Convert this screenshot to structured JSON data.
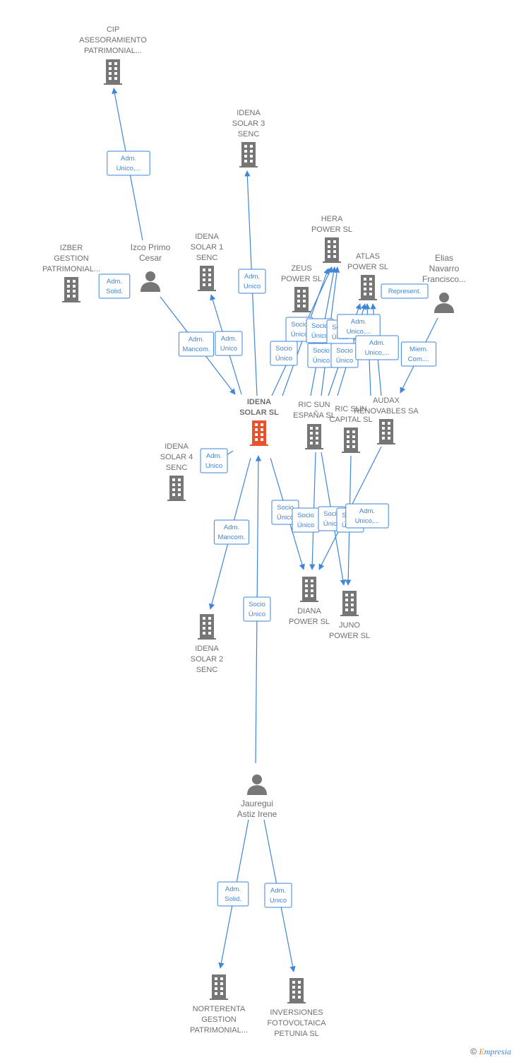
{
  "colors": {
    "edge": "#3f86d8",
    "node": "#767676",
    "node_focus": "#e8532b",
    "label": "#6f6f6f"
  },
  "nodes": [
    {
      "id": "cip",
      "type": "company",
      "label": [
        "CIP",
        "ASESORAMIENTO",
        "PATRIMONIAL..."
      ]
    },
    {
      "id": "idena3",
      "type": "company",
      "label": [
        "IDENA",
        "SOLAR 3",
        "SENC"
      ]
    },
    {
      "id": "hera",
      "type": "company",
      "label": [
        "HERA",
        "POWER  SL"
      ]
    },
    {
      "id": "atlas",
      "type": "company",
      "label": [
        "ATLAS",
        "POWER  SL"
      ]
    },
    {
      "id": "elias",
      "type": "person",
      "label": [
        "Elias",
        "Navarro",
        "Francisco..."
      ]
    },
    {
      "id": "izber",
      "type": "company",
      "label": [
        "IZBER",
        "GESTION",
        "PATRIMONIAL..."
      ]
    },
    {
      "id": "izco",
      "type": "person",
      "label": [
        "Izco Primo",
        "Cesar"
      ]
    },
    {
      "id": "idena1",
      "type": "company",
      "label": [
        "IDENA",
        "SOLAR 1",
        "SENC"
      ]
    },
    {
      "id": "zeus",
      "type": "company",
      "label": [
        "ZEUS",
        "POWER  SL"
      ]
    },
    {
      "id": "idena",
      "type": "focus",
      "label": [
        "IDENA",
        "SOLAR  SL"
      ]
    },
    {
      "id": "ricsunesp",
      "type": "company",
      "label": [
        "RIC SUN",
        "ESPAÑA  SL"
      ]
    },
    {
      "id": "ricsuncap",
      "type": "company",
      "label": [
        "RIC SUN",
        "CAPITAL  SL"
      ]
    },
    {
      "id": "audax",
      "type": "company",
      "label": [
        "AUDAX",
        "RENOVABLES SA"
      ]
    },
    {
      "id": "idena4",
      "type": "company",
      "label": [
        "IDENA",
        "SOLAR 4",
        "SENC"
      ]
    },
    {
      "id": "diana",
      "type": "company",
      "label": [
        "DIANA",
        "POWER  SL"
      ]
    },
    {
      "id": "juno",
      "type": "company",
      "label": [
        "JUNO",
        "POWER  SL"
      ]
    },
    {
      "id": "idena2",
      "type": "company",
      "label": [
        "IDENA",
        "SOLAR 2",
        "SENC"
      ]
    },
    {
      "id": "jauregui",
      "type": "person",
      "label": [
        "Jauregui",
        "Astiz Irene"
      ]
    },
    {
      "id": "norterenta",
      "type": "company",
      "label": [
        "NORTERENTA",
        "GESTION",
        "PATRIMONIAL..."
      ]
    },
    {
      "id": "inversiones",
      "type": "company",
      "label": [
        "INVERSIONES",
        "FOTOVOLTAICA",
        "PETUNIA  SL"
      ]
    }
  ],
  "edge_labels": [
    [
      "Adm.",
      "Unico,..."
    ],
    [
      "Adm.",
      "Unico"
    ],
    [
      "Adm.",
      "Solid."
    ],
    [
      "Adm.",
      "Mancom."
    ],
    [
      "Adm.",
      "Unico"
    ],
    [
      "Represent."
    ],
    [
      "Miem.",
      "Com...."
    ],
    [
      "Socio",
      "Único"
    ],
    [
      "Socio",
      "Único"
    ],
    [
      "Socio",
      "Único"
    ],
    [
      "Socio",
      "Único"
    ],
    [
      "Socio",
      "Único"
    ],
    [
      "Socio",
      "Único"
    ],
    [
      "Adm.",
      "Unico,..."
    ],
    [
      "Adm.",
      "Unico,..."
    ],
    [
      "Adm.",
      "Unico"
    ],
    [
      "Adm.",
      "Unico"
    ],
    [
      "Adm.",
      "Mancom."
    ],
    [
      "Socio",
      "Único"
    ],
    [
      "Socio",
      "Único"
    ],
    [
      "Socio",
      "Único"
    ],
    [
      "Socio",
      "Único"
    ],
    [
      "Socio",
      "Único"
    ],
    [
      "Adm.",
      "Unico,..."
    ],
    [
      "Adm.",
      "Solid."
    ],
    [
      "Adm.",
      "Unico"
    ]
  ],
  "watermark": {
    "symbol": "©",
    "brand_first": "E",
    "brand_rest": "mpresia"
  }
}
